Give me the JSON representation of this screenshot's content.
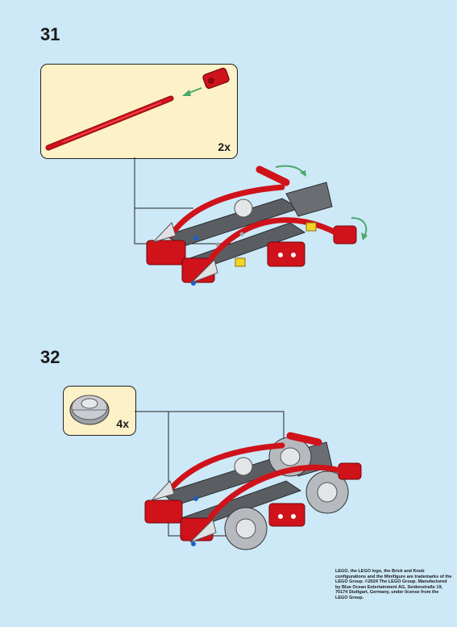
{
  "steps": [
    {
      "number": "31",
      "callout_qty": "2x"
    },
    {
      "number": "32",
      "callout_qty": "4x"
    }
  ],
  "legal_text": "LEGO, the LEGO logo, the Brick and Knob configurations and the Minifigure are trademarks of the LEGO Group. ©2024 The LEGO Group. Manufactured by Blue Ocean Entertainment AG, Seidenstraße 19, 70174 Stuttgart, Germany, under license from the LEGO Group.",
  "colors": {
    "background": "#cde9f8",
    "callout_fill": "#fdf1c7",
    "brick_red": "#d0121a",
    "dark_grey": "#5a5e63",
    "light_grey": "#bfc3c7",
    "yellow": "#f5d328",
    "arrow_green": "#4aa86a"
  }
}
